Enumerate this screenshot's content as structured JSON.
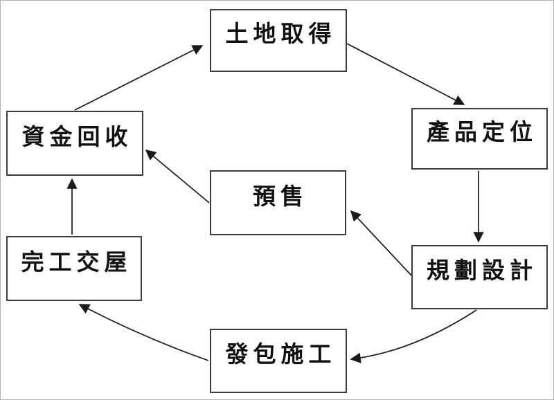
{
  "diagram": {
    "type": "flowchart",
    "description": "real-estate development cycle flowchart",
    "nodes": [
      {
        "id": "land-acquisition",
        "label": "土地取得"
      },
      {
        "id": "product-positioning",
        "label": "產品定位"
      },
      {
        "id": "planning-design",
        "label": "規劃設計"
      },
      {
        "id": "presale",
        "label": "預售"
      },
      {
        "id": "capital-recovery",
        "label": "資金回收"
      },
      {
        "id": "completion-handover",
        "label": "完工交屋"
      },
      {
        "id": "contracting-construction",
        "label": "發包施工"
      }
    ],
    "edges": [
      {
        "from": "capital-recovery",
        "to": "land-acquisition"
      },
      {
        "from": "land-acquisition",
        "to": "product-positioning"
      },
      {
        "from": "product-positioning",
        "to": "planning-design"
      },
      {
        "from": "planning-design",
        "to": "presale"
      },
      {
        "from": "presale",
        "to": "capital-recovery"
      },
      {
        "from": "planning-design",
        "to": "contracting-construction"
      },
      {
        "from": "contracting-construction",
        "to": "completion-handover"
      },
      {
        "from": "completion-handover",
        "to": "capital-recovery"
      }
    ],
    "colors": {
      "background": "#ffffff",
      "box_border": "#3c3c3c",
      "arrow": "#1a1a1a",
      "text": "#111111",
      "page_border": "#b3b3b3"
    }
  }
}
